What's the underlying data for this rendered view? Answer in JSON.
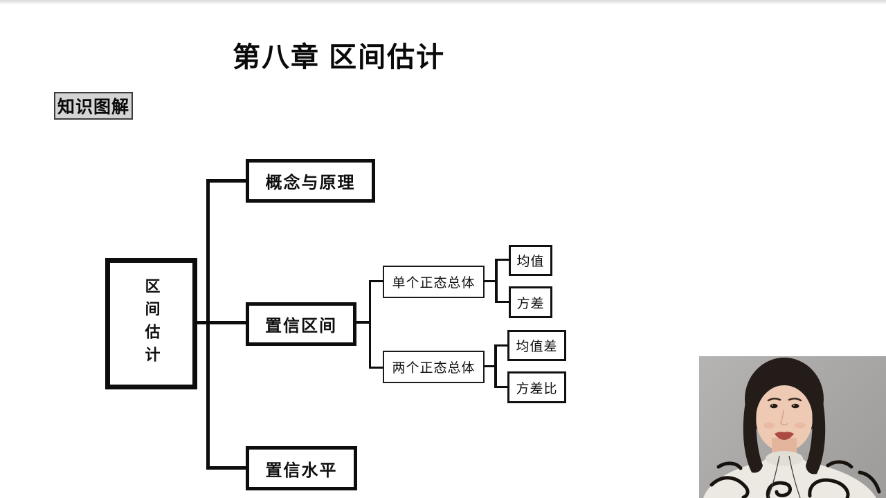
{
  "slide": {
    "title": "第八章 区间估计",
    "section_label": "知识图解"
  },
  "mindmap": {
    "root": {
      "label": "区间估计"
    },
    "branches": [
      {
        "label": "概念与原理"
      },
      {
        "label": "置信区间",
        "children": [
          {
            "label": "单个正态总体",
            "children": [
              {
                "label": "均值"
              },
              {
                "label": "方差"
              }
            ]
          },
          {
            "label": "两个正态总体",
            "children": [
              {
                "label": "均值差"
              },
              {
                "label": "方差比"
              }
            ]
          }
        ]
      },
      {
        "label": "置信水平"
      }
    ]
  },
  "webcam": {
    "subject": "presenter",
    "background_color": "#a9a9a9"
  },
  "colors": {
    "slide_background": "#ffffff",
    "diagram_line": "#0d0d0d",
    "section_label_background": "#d4d4d4"
  }
}
